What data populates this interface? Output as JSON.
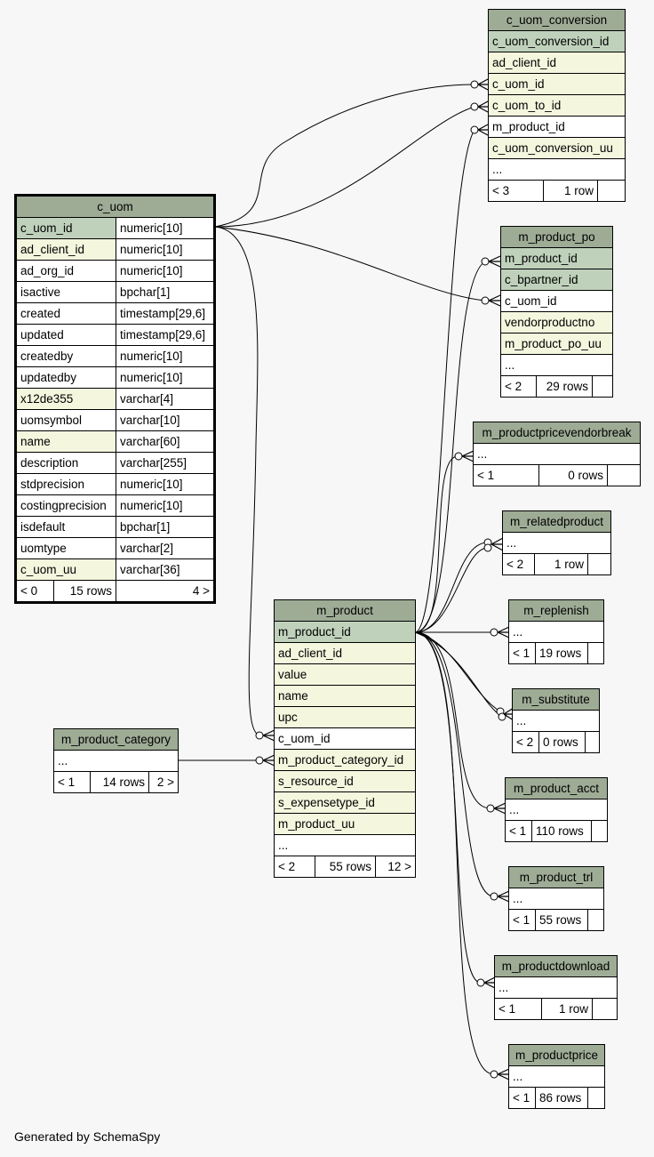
{
  "footer": "Generated by SchemaSpy",
  "tables": {
    "c_uom_conversion": {
      "name": "c_uom_conversion",
      "columns": [
        "c_uom_conversion_id",
        "ad_client_id",
        "c_uom_id",
        "c_uom_to_id",
        "m_product_id",
        "c_uom_conversion_uu",
        "..."
      ],
      "footer": [
        "< 3",
        "1 row",
        ""
      ]
    },
    "c_uom": {
      "name": "c_uom",
      "columns": [
        {
          "name": "c_uom_id",
          "type": "numeric[10]"
        },
        {
          "name": "ad_client_id",
          "type": "numeric[10]"
        },
        {
          "name": "ad_org_id",
          "type": "numeric[10]"
        },
        {
          "name": "isactive",
          "type": "bpchar[1]"
        },
        {
          "name": "created",
          "type": "timestamp[29,6]"
        },
        {
          "name": "updated",
          "type": "timestamp[29,6]"
        },
        {
          "name": "createdby",
          "type": "numeric[10]"
        },
        {
          "name": "updatedby",
          "type": "numeric[10]"
        },
        {
          "name": "x12de355",
          "type": "varchar[4]"
        },
        {
          "name": "uomsymbol",
          "type": "varchar[10]"
        },
        {
          "name": "name",
          "type": "varchar[60]"
        },
        {
          "name": "description",
          "type": "varchar[255]"
        },
        {
          "name": "stdprecision",
          "type": "numeric[10]"
        },
        {
          "name": "costingprecision",
          "type": "numeric[10]"
        },
        {
          "name": "isdefault",
          "type": "bpchar[1]"
        },
        {
          "name": "uomtype",
          "type": "varchar[2]"
        },
        {
          "name": "c_uom_uu",
          "type": "varchar[36]"
        }
      ],
      "footer": [
        "< 0",
        "15 rows",
        "4 >"
      ]
    },
    "m_product_po": {
      "name": "m_product_po",
      "columns": [
        "m_product_id",
        "c_bpartner_id",
        "c_uom_id",
        "vendorproductno",
        "m_product_po_uu",
        "..."
      ],
      "footer": [
        "< 2",
        "29 rows",
        ""
      ]
    },
    "m_productpricevendorbreak": {
      "name": "m_productpricevendorbreak",
      "columns": [
        "..."
      ],
      "footer": [
        "< 1",
        "0 rows",
        ""
      ]
    },
    "m_relatedproduct": {
      "name": "m_relatedproduct",
      "columns": [
        "..."
      ],
      "footer": [
        "< 2",
        "1 row",
        ""
      ]
    },
    "m_replenish": {
      "name": "m_replenish",
      "columns": [
        "..."
      ],
      "footer": [
        "< 1",
        "19 rows",
        ""
      ]
    },
    "m_substitute": {
      "name": "m_substitute",
      "columns": [
        "..."
      ],
      "footer": [
        "< 2",
        "0 rows",
        ""
      ]
    },
    "m_product_acct": {
      "name": "m_product_acct",
      "columns": [
        "..."
      ],
      "footer": [
        "< 1",
        "110 rows",
        ""
      ]
    },
    "m_product_trl": {
      "name": "m_product_trl",
      "columns": [
        "..."
      ],
      "footer": [
        "< 1",
        "55 rows",
        ""
      ]
    },
    "m_productdownload": {
      "name": "m_productdownload",
      "columns": [
        "..."
      ],
      "footer": [
        "< 1",
        "1 row",
        ""
      ]
    },
    "m_productprice": {
      "name": "m_productprice",
      "columns": [
        "..."
      ],
      "footer": [
        "< 1",
        "86 rows",
        ""
      ]
    },
    "m_product": {
      "name": "m_product",
      "columns": [
        "m_product_id",
        "ad_client_id",
        "value",
        "name",
        "upc",
        "c_uom_id",
        "m_product_category_id",
        "s_resource_id",
        "s_expensetype_id",
        "m_product_uu",
        "..."
      ],
      "footer": [
        "< 2",
        "55 rows",
        "12 >"
      ]
    },
    "m_product_category": {
      "name": "m_product_category",
      "columns": [
        "..."
      ],
      "footer": [
        "< 1",
        "14 rows",
        "2 >"
      ]
    }
  }
}
